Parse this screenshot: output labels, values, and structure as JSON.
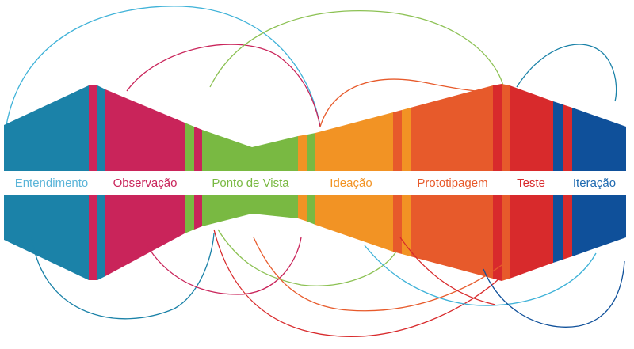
{
  "stages": [
    {
      "id": "entendimento",
      "label": "Entendimento",
      "fill": "#1b82a8",
      "label_color": "#5ab4d8",
      "accent": "#cf2459"
    },
    {
      "id": "observacao",
      "label": "Observação",
      "fill": "#c9245a",
      "label_color": "#c9245a",
      "accent": "#1b82a8"
    },
    {
      "id": "ponto-de-vista",
      "label": "Ponto de Vista",
      "fill": "#79b942",
      "label_color": "#79b942",
      "accent": "#c9245a"
    },
    {
      "id": "ideacao",
      "label": "Ideação",
      "fill": "#f29324",
      "label_color": "#f29324",
      "accent": "#79b942"
    },
    {
      "id": "prototipagem",
      "label": "Prototipagem",
      "fill": "#e75a2b",
      "label_color": "#e75a2b",
      "accent": "#f29324"
    },
    {
      "id": "teste",
      "label": "Teste",
      "fill": "#d82a2c",
      "label_color": "#d82a2c",
      "accent": "#e75a2b"
    },
    {
      "id": "iteracao",
      "label": "Iteração",
      "fill": "#0f509a",
      "label_color": "#1f6ab0",
      "accent": "#d82a2c"
    }
  ],
  "colors": {
    "band": "#ffffff",
    "background": "#ffffff"
  }
}
